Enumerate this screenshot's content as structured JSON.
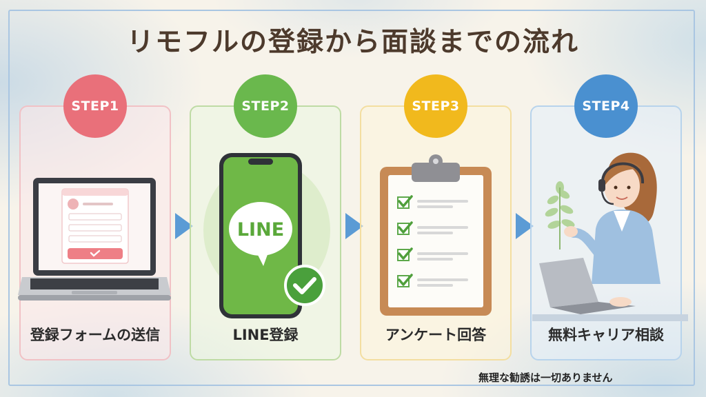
{
  "title": "リモフルの登録から面談までの流れ",
  "steps": [
    {
      "badge": "STEP1",
      "label": "登録フォームの送信",
      "color": "#e9707a"
    },
    {
      "badge": "STEP2",
      "label": "LINE登録",
      "color": "#6ab84d"
    },
    {
      "badge": "STEP3",
      "label": "アンケート回答",
      "color": "#f1b91d"
    },
    {
      "badge": "STEP4",
      "label": "無料キャリア相談",
      "color": "#4a90d0"
    }
  ],
  "line_logo_text": "LINE",
  "footnote": "無理な勧誘は一切ありません",
  "colors": {
    "title": "#4d3a2c",
    "arrow": "#5b9bd5",
    "frame": "#a9c6e2"
  }
}
